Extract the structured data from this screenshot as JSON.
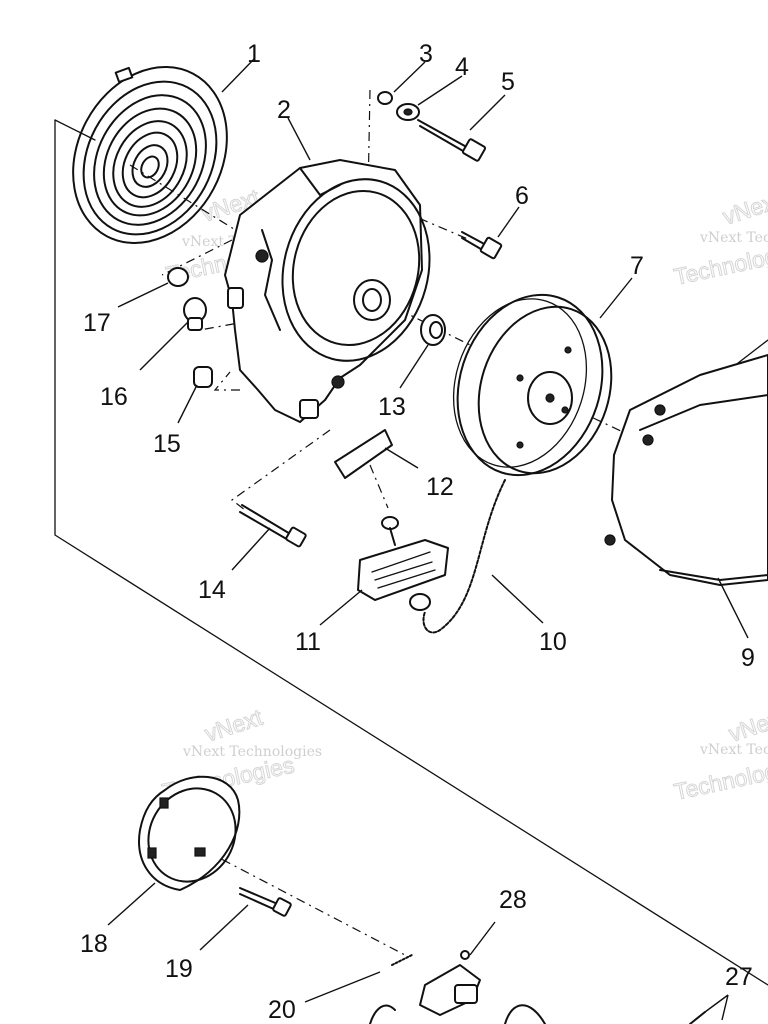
{
  "parts": [
    {
      "id": "1",
      "label": "1"
    },
    {
      "id": "2",
      "label": "2"
    },
    {
      "id": "3",
      "label": "3"
    },
    {
      "id": "4",
      "label": "4"
    },
    {
      "id": "5",
      "label": "5"
    },
    {
      "id": "6",
      "label": "6"
    },
    {
      "id": "7",
      "label": "7"
    },
    {
      "id": "9",
      "label": "9"
    },
    {
      "id": "10",
      "label": "10"
    },
    {
      "id": "11",
      "label": "11"
    },
    {
      "id": "12",
      "label": "12"
    },
    {
      "id": "13",
      "label": "13"
    },
    {
      "id": "14",
      "label": "14"
    },
    {
      "id": "15",
      "label": "15"
    },
    {
      "id": "16",
      "label": "16"
    },
    {
      "id": "17",
      "label": "17"
    },
    {
      "id": "18",
      "label": "18"
    },
    {
      "id": "19",
      "label": "19"
    },
    {
      "id": "20",
      "label": "20"
    },
    {
      "id": "27",
      "label": "27"
    },
    {
      "id": "28",
      "label": "28"
    }
  ],
  "watermarks": [
    {
      "line1": "vNext Technologies",
      "line2": "vNext",
      "line3": "Technologies"
    }
  ],
  "colors": {
    "ink": "#111111",
    "watermark": "#cfcfcf"
  }
}
